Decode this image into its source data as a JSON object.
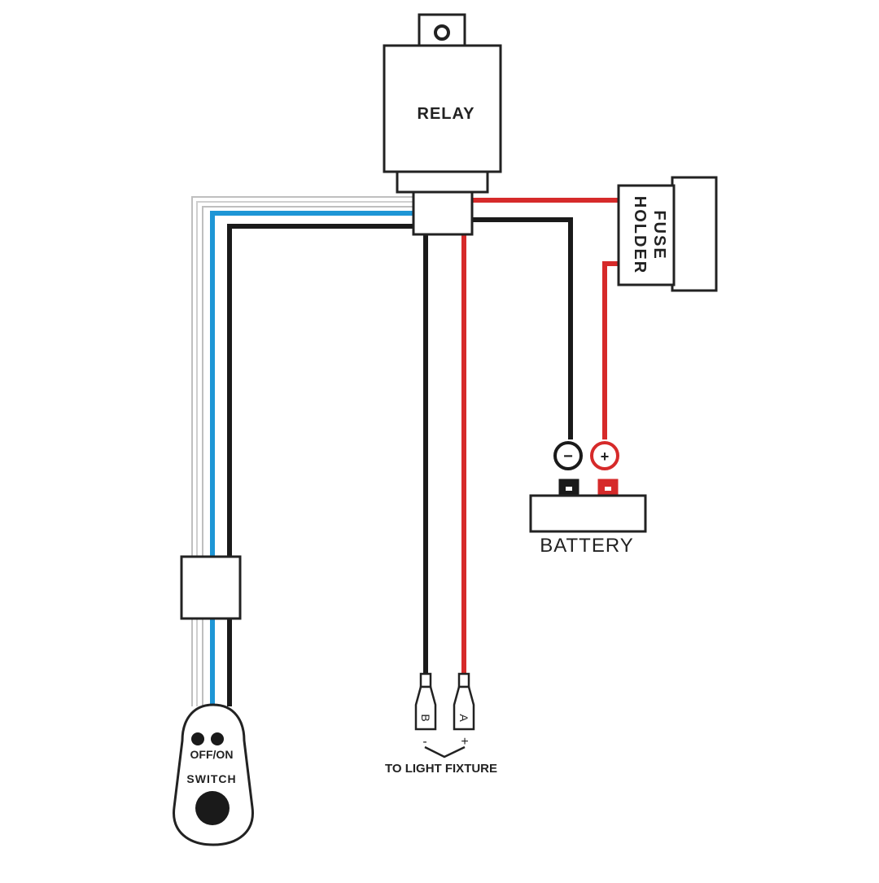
{
  "labels": {
    "relay": "RELAY",
    "fuse_line1": "FUSE",
    "fuse_line2": "HOLDER",
    "battery": "BATTERY",
    "battery_neg": "−",
    "battery_pos": "+",
    "connector_b": "B",
    "connector_a": "A",
    "fixture_neg": "-",
    "fixture_pos": "+",
    "fixture": "TO LIGHT FIXTURE",
    "switch_state": "OFF/ON",
    "switch": "SWITCH"
  },
  "colors": {
    "wire_black": "#1a1a1a",
    "wire_red": "#d62a2a",
    "wire_blue": "#1e96d6",
    "wire_white": "#c8c8c8",
    "outline": "#222222"
  }
}
